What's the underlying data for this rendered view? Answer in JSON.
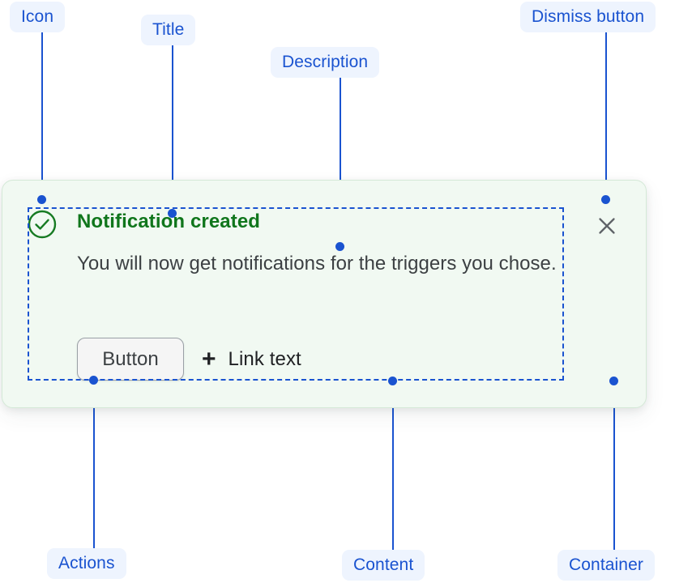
{
  "annotations": [
    {
      "key": "icon",
      "label": "Icon"
    },
    {
      "key": "title",
      "label": "Title"
    },
    {
      "key": "desc",
      "label": "Description"
    },
    {
      "key": "dismiss",
      "label": "Dismiss button"
    },
    {
      "key": "actions",
      "label": "Actions"
    },
    {
      "key": "content",
      "label": "Content"
    },
    {
      "key": "container",
      "label": "Container"
    }
  ],
  "notification": {
    "status_icon": "check-circle-icon",
    "title": "Notification created",
    "description": "You will now get notifications for the triggers you chose.",
    "actions": {
      "button_label": "Button",
      "link_icon": "plus-icon",
      "link_label": "Link text"
    },
    "dismiss_icon": "close-icon"
  },
  "colors": {
    "annotation_blue": "#1a53d0",
    "annotation_pill_bg": "#eef4fe",
    "success_green": "#10761c",
    "card_bg": "#f1f9f2",
    "card_border": "#d4e9d7",
    "body_text": "#3c4043"
  }
}
